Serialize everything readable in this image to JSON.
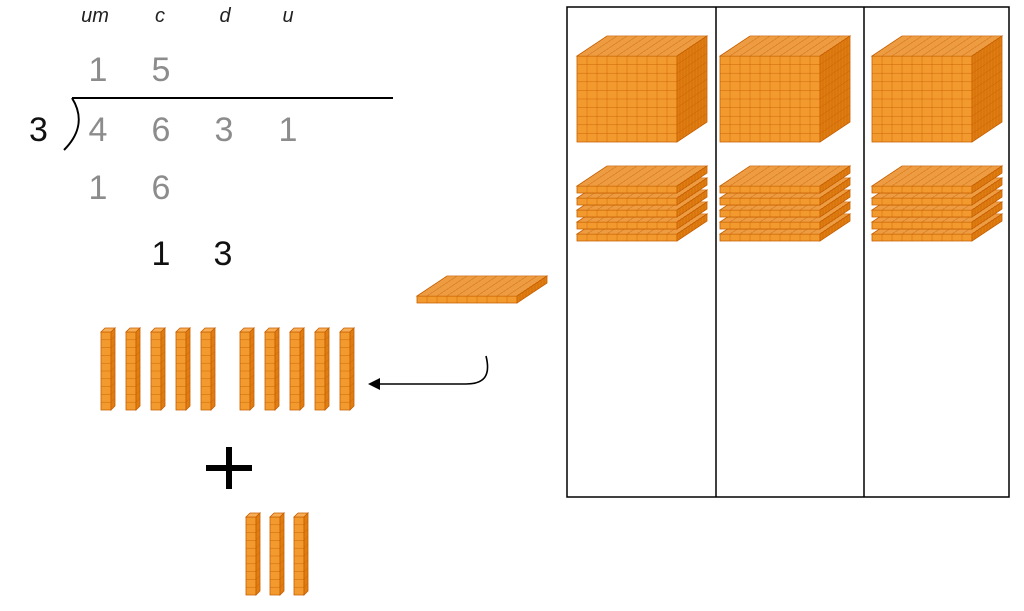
{
  "division": {
    "headers": [
      "um",
      "c",
      "d",
      "u"
    ],
    "quotient": [
      "1",
      "5"
    ],
    "divisor": "3",
    "dividend": [
      "4",
      "6",
      "3",
      "1"
    ],
    "step1": [
      "1",
      "6"
    ],
    "step2": [
      "1",
      "3"
    ]
  },
  "blocks": {
    "columns": 3,
    "cubes_per_column": 1,
    "flats_per_column": 5,
    "loose_flats": 1,
    "rods_converted": 10,
    "rods_existing": 3
  },
  "colors": {
    "block_face_top": "#f8ad55",
    "block_face_front": "#f39a2f",
    "block_face_side": "#e07d12",
    "block_grid": "#c65f00",
    "accent_gray": "#8c8c8c",
    "line": "#000000"
  }
}
